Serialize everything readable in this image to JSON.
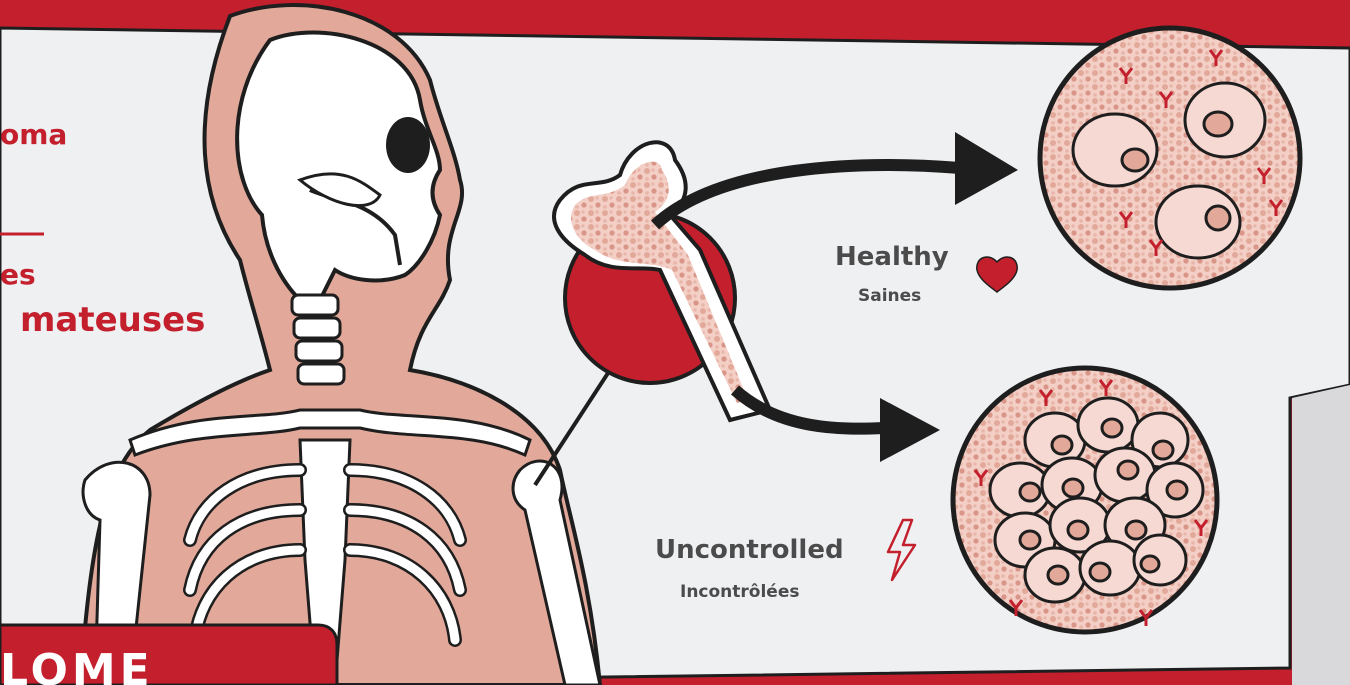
{
  "labels": {
    "left_title_fragment": "oma",
    "left_sub_line1": "es",
    "left_sub_line2": "mateuses",
    "healthy_en": "Healthy",
    "healthy_fr": "Saines",
    "uncontrolled_en": "Uncontrolled",
    "uncontrolled_fr": "Incontrôlées",
    "bottom_banner": "LOME"
  },
  "icons": [
    "heart-icon",
    "lightning-icon"
  ],
  "colors": {
    "brand_red": "#c41f2d",
    "panel": "#eef0f2",
    "skin": "#e2a99a",
    "outline": "#1e1e1e",
    "bone": "#ffffff",
    "marrow": "#f3cfc6",
    "cell": "#f6d9d3",
    "text_dark": "#4b4b4b"
  }
}
